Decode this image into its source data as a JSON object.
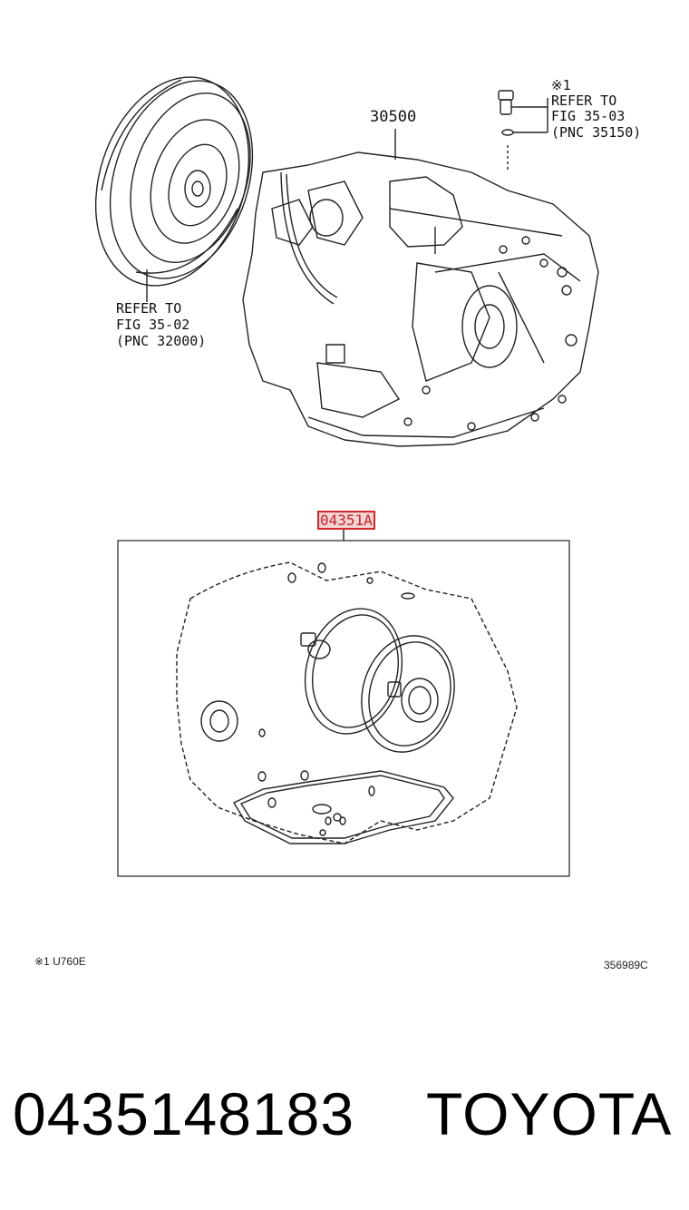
{
  "diagram": {
    "callout_note": "※1",
    "note_ref_lines": [
      "REFER TO",
      "FIG 35-03",
      "(PNC 35150)"
    ],
    "converter_ref_lines": [
      "REFER TO",
      "FIG 35-02",
      "(PNC 32000)"
    ],
    "assembly_part_number": "30500",
    "kit_part_number": "04351A",
    "footnote": "※1 U760E",
    "diagram_code": "356989C"
  },
  "product": {
    "part_number": "0435148183",
    "brand": "TOYOTA"
  }
}
